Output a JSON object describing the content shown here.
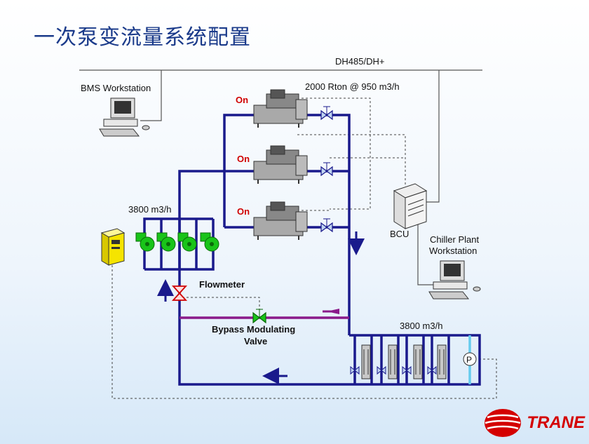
{
  "slide": {
    "title": "一次泵变流量系统配置",
    "brand": "TRANE"
  },
  "network": {
    "bus_label": "DH485/DH+"
  },
  "devices": {
    "bms_workstation": "BMS Workstation",
    "bcu": "BCU",
    "chiller_workstation_line1": "Chiller Plant",
    "chiller_workstation_line2": "Workstation"
  },
  "chillers": {
    "capacity_label": "2000 Rton @ 950 m3/h",
    "status": [
      "On",
      "On",
      "On"
    ]
  },
  "pumps": {
    "flow_label": "3800 m3/h",
    "count": 4
  },
  "loads": {
    "flow_label": "3800 m3/h",
    "count": 4
  },
  "valves": {
    "flowmeter_label": "Flowmeter",
    "bypass_label_line1": "Bypass Modulating",
    "bypass_label_line2": "Valve"
  },
  "sensor": {
    "pressure_symbol": "P"
  },
  "colors": {
    "pipe": "#1a1a8c",
    "bypass": "#8a1a8a",
    "pump_green": "#19c419",
    "vfd_yellow": "#f5e400",
    "on_red": "#d00000"
  }
}
